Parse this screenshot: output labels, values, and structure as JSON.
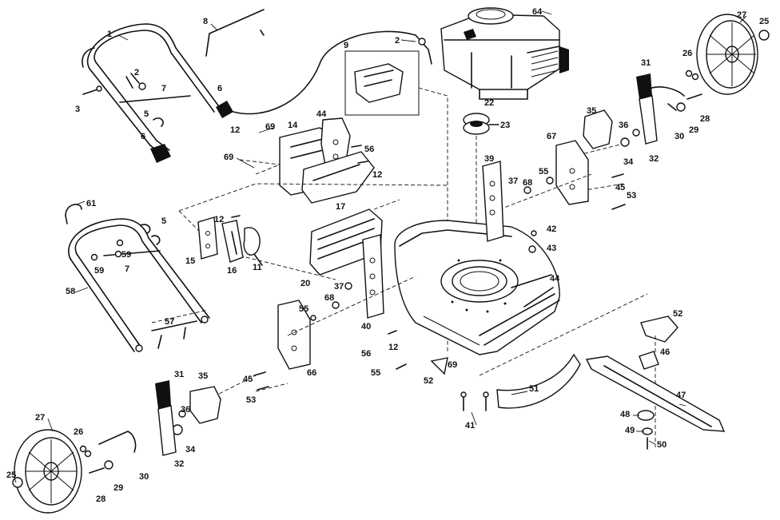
{
  "diagram": {
    "callouts": [
      {
        "id": "c1",
        "text": "1"
      },
      {
        "id": "c2a",
        "text": "2"
      },
      {
        "id": "c2b",
        "text": "2"
      },
      {
        "id": "c3",
        "text": "3"
      },
      {
        "id": "c5a",
        "text": "5"
      },
      {
        "id": "c5b",
        "text": "5"
      },
      {
        "id": "c6a",
        "text": "6"
      },
      {
        "id": "c6b",
        "text": "6"
      },
      {
        "id": "c7a",
        "text": "7"
      },
      {
        "id": "c7b",
        "text": "7"
      },
      {
        "id": "c8",
        "text": "8"
      },
      {
        "id": "c9",
        "text": "9"
      },
      {
        "id": "c11",
        "text": "11"
      },
      {
        "id": "c12a",
        "text": "12"
      },
      {
        "id": "c12b",
        "text": "12"
      },
      {
        "id": "c12c",
        "text": "12"
      },
      {
        "id": "c12d",
        "text": "12"
      },
      {
        "id": "c14",
        "text": "14"
      },
      {
        "id": "c15",
        "text": "15"
      },
      {
        "id": "c16",
        "text": "16"
      },
      {
        "id": "c17",
        "text": "17"
      },
      {
        "id": "c20",
        "text": "20"
      },
      {
        "id": "c22",
        "text": "22"
      },
      {
        "id": "c23",
        "text": "23"
      },
      {
        "id": "c25a",
        "text": "25"
      },
      {
        "id": "c25b",
        "text": "25"
      },
      {
        "id": "c26a",
        "text": "26"
      },
      {
        "id": "c26b",
        "text": "26"
      },
      {
        "id": "c27a",
        "text": "27"
      },
      {
        "id": "c27b",
        "text": "27"
      },
      {
        "id": "c28a",
        "text": "28"
      },
      {
        "id": "c28b",
        "text": "28"
      },
      {
        "id": "c29a",
        "text": "29"
      },
      {
        "id": "c29b",
        "text": "29"
      },
      {
        "id": "c30a",
        "text": "30"
      },
      {
        "id": "c30b",
        "text": "30"
      },
      {
        "id": "c31a",
        "text": "31"
      },
      {
        "id": "c31b",
        "text": "31"
      },
      {
        "id": "c32a",
        "text": "32"
      },
      {
        "id": "c32b",
        "text": "32"
      },
      {
        "id": "c34a",
        "text": "34"
      },
      {
        "id": "c34b",
        "text": "34"
      },
      {
        "id": "c35a",
        "text": "35"
      },
      {
        "id": "c35b",
        "text": "35"
      },
      {
        "id": "c36a",
        "text": "36"
      },
      {
        "id": "c36b",
        "text": "36"
      },
      {
        "id": "c37a",
        "text": "37"
      },
      {
        "id": "c37b",
        "text": "37"
      },
      {
        "id": "c39",
        "text": "39"
      },
      {
        "id": "c40",
        "text": "40"
      },
      {
        "id": "c41",
        "text": "41"
      },
      {
        "id": "c42",
        "text": "42"
      },
      {
        "id": "c43",
        "text": "43"
      },
      {
        "id": "c44a",
        "text": "44"
      },
      {
        "id": "c44b",
        "text": "44"
      },
      {
        "id": "c45a",
        "text": "45"
      },
      {
        "id": "c45b",
        "text": "45"
      },
      {
        "id": "c46",
        "text": "46"
      },
      {
        "id": "c47",
        "text": "47"
      },
      {
        "id": "c48",
        "text": "48"
      },
      {
        "id": "c49",
        "text": "49"
      },
      {
        "id": "c50",
        "text": "50"
      },
      {
        "id": "c51",
        "text": "51"
      },
      {
        "id": "c52a",
        "text": "52"
      },
      {
        "id": "c52b",
        "text": "52"
      },
      {
        "id": "c53a",
        "text": "53"
      },
      {
        "id": "c53b",
        "text": "53"
      },
      {
        "id": "c55a",
        "text": "55"
      },
      {
        "id": "c55b",
        "text": "55"
      },
      {
        "id": "c55c",
        "text": "55"
      },
      {
        "id": "c56a",
        "text": "56"
      },
      {
        "id": "c56b",
        "text": "56"
      },
      {
        "id": "c57",
        "text": "57"
      },
      {
        "id": "c58",
        "text": "58"
      },
      {
        "id": "c59a",
        "text": "59"
      },
      {
        "id": "c59b",
        "text": "59"
      },
      {
        "id": "c61",
        "text": "61"
      },
      {
        "id": "c64",
        "text": "64"
      },
      {
        "id": "c66",
        "text": "66"
      },
      {
        "id": "c67",
        "text": "67"
      },
      {
        "id": "c68a",
        "text": "68"
      },
      {
        "id": "c68b",
        "text": "68"
      },
      {
        "id": "c69a",
        "text": "69"
      },
      {
        "id": "c69b",
        "text": "69"
      },
      {
        "id": "c69c",
        "text": "69"
      }
    ]
  }
}
